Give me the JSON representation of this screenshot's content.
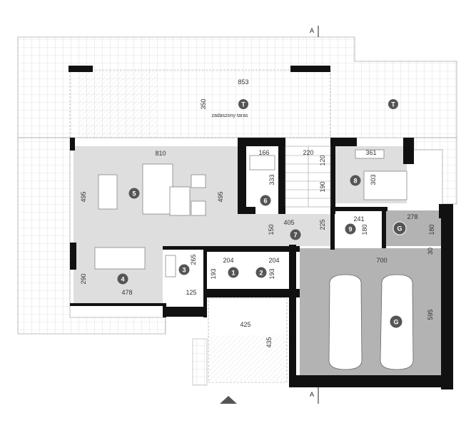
{
  "section": {
    "label": "A"
  },
  "terrace": {
    "label": "zadaszony taras",
    "badge": "T"
  },
  "rooms": [
    {
      "id": "1",
      "name": "room-1"
    },
    {
      "id": "2",
      "name": "room-2"
    },
    {
      "id": "3",
      "name": "room-3"
    },
    {
      "id": "4",
      "name": "room-4"
    },
    {
      "id": "5",
      "name": "room-5"
    },
    {
      "id": "6",
      "name": "room-6"
    },
    {
      "id": "7",
      "name": "room-7"
    },
    {
      "id": "8",
      "name": "room-8"
    },
    {
      "id": "9",
      "name": "room-9"
    },
    {
      "id": "G",
      "name": "room-g-small"
    },
    {
      "id": "G",
      "name": "room-g-garage"
    }
  ],
  "dims": {
    "terrace_w": "853",
    "terrace_h": "350",
    "living_w": "810",
    "living_h_left": "495",
    "living_h_right": "495",
    "kitchen_h": "290",
    "kitchen_w": "478",
    "r3_h": "265",
    "r3_w": "125",
    "r6_w": "166",
    "r6_h": "333",
    "hall_h150": "150",
    "hall_w405": "405",
    "hall_h225": "225",
    "r8_w220": "220",
    "r8_h120": "120",
    "r8_h190": "190",
    "r8_w361": "361",
    "r8_h303": "303",
    "r9_w": "241",
    "r9_h": "180",
    "gs_w": "278",
    "gs_h": "180",
    "r1_w": "204",
    "r1_h": "193",
    "r2_w": "204",
    "r2_h": "193",
    "garage_w": "700",
    "garage_h": "595",
    "garage_30": "30",
    "entry_w": "425",
    "entry_h": "435"
  }
}
